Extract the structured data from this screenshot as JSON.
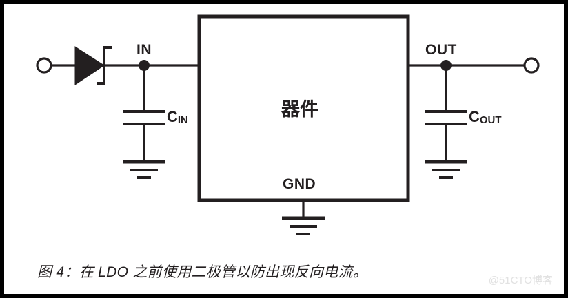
{
  "figure": {
    "caption": "图 4：在 LDO 之前使用二极管以防出现反向电流。",
    "watermark": "@51CTO博客",
    "device_label": "器件",
    "line_color": "#231f20",
    "background_color": "#ffffff",
    "border_color": "#000000"
  },
  "labels": {
    "in": "IN",
    "out": "OUT",
    "gnd": "GND",
    "cin_main": "C",
    "cin_sub": "IN",
    "cout_main": "C",
    "cout_sub": "OUT"
  },
  "components": [
    {
      "name": "input-terminal",
      "type": "terminal",
      "label": ""
    },
    {
      "name": "diode",
      "type": "schottky-diode",
      "label": ""
    },
    {
      "name": "input-capacitor",
      "type": "capacitor",
      "label": "CIN"
    },
    {
      "name": "input-ground",
      "type": "ground",
      "label": ""
    },
    {
      "name": "device-block",
      "type": "block",
      "label": "器件"
    },
    {
      "name": "device-ground",
      "type": "ground",
      "label": "GND"
    },
    {
      "name": "output-capacitor",
      "type": "capacitor",
      "label": "COUT"
    },
    {
      "name": "output-ground",
      "type": "ground",
      "label": ""
    },
    {
      "name": "output-terminal",
      "type": "terminal",
      "label": ""
    }
  ]
}
